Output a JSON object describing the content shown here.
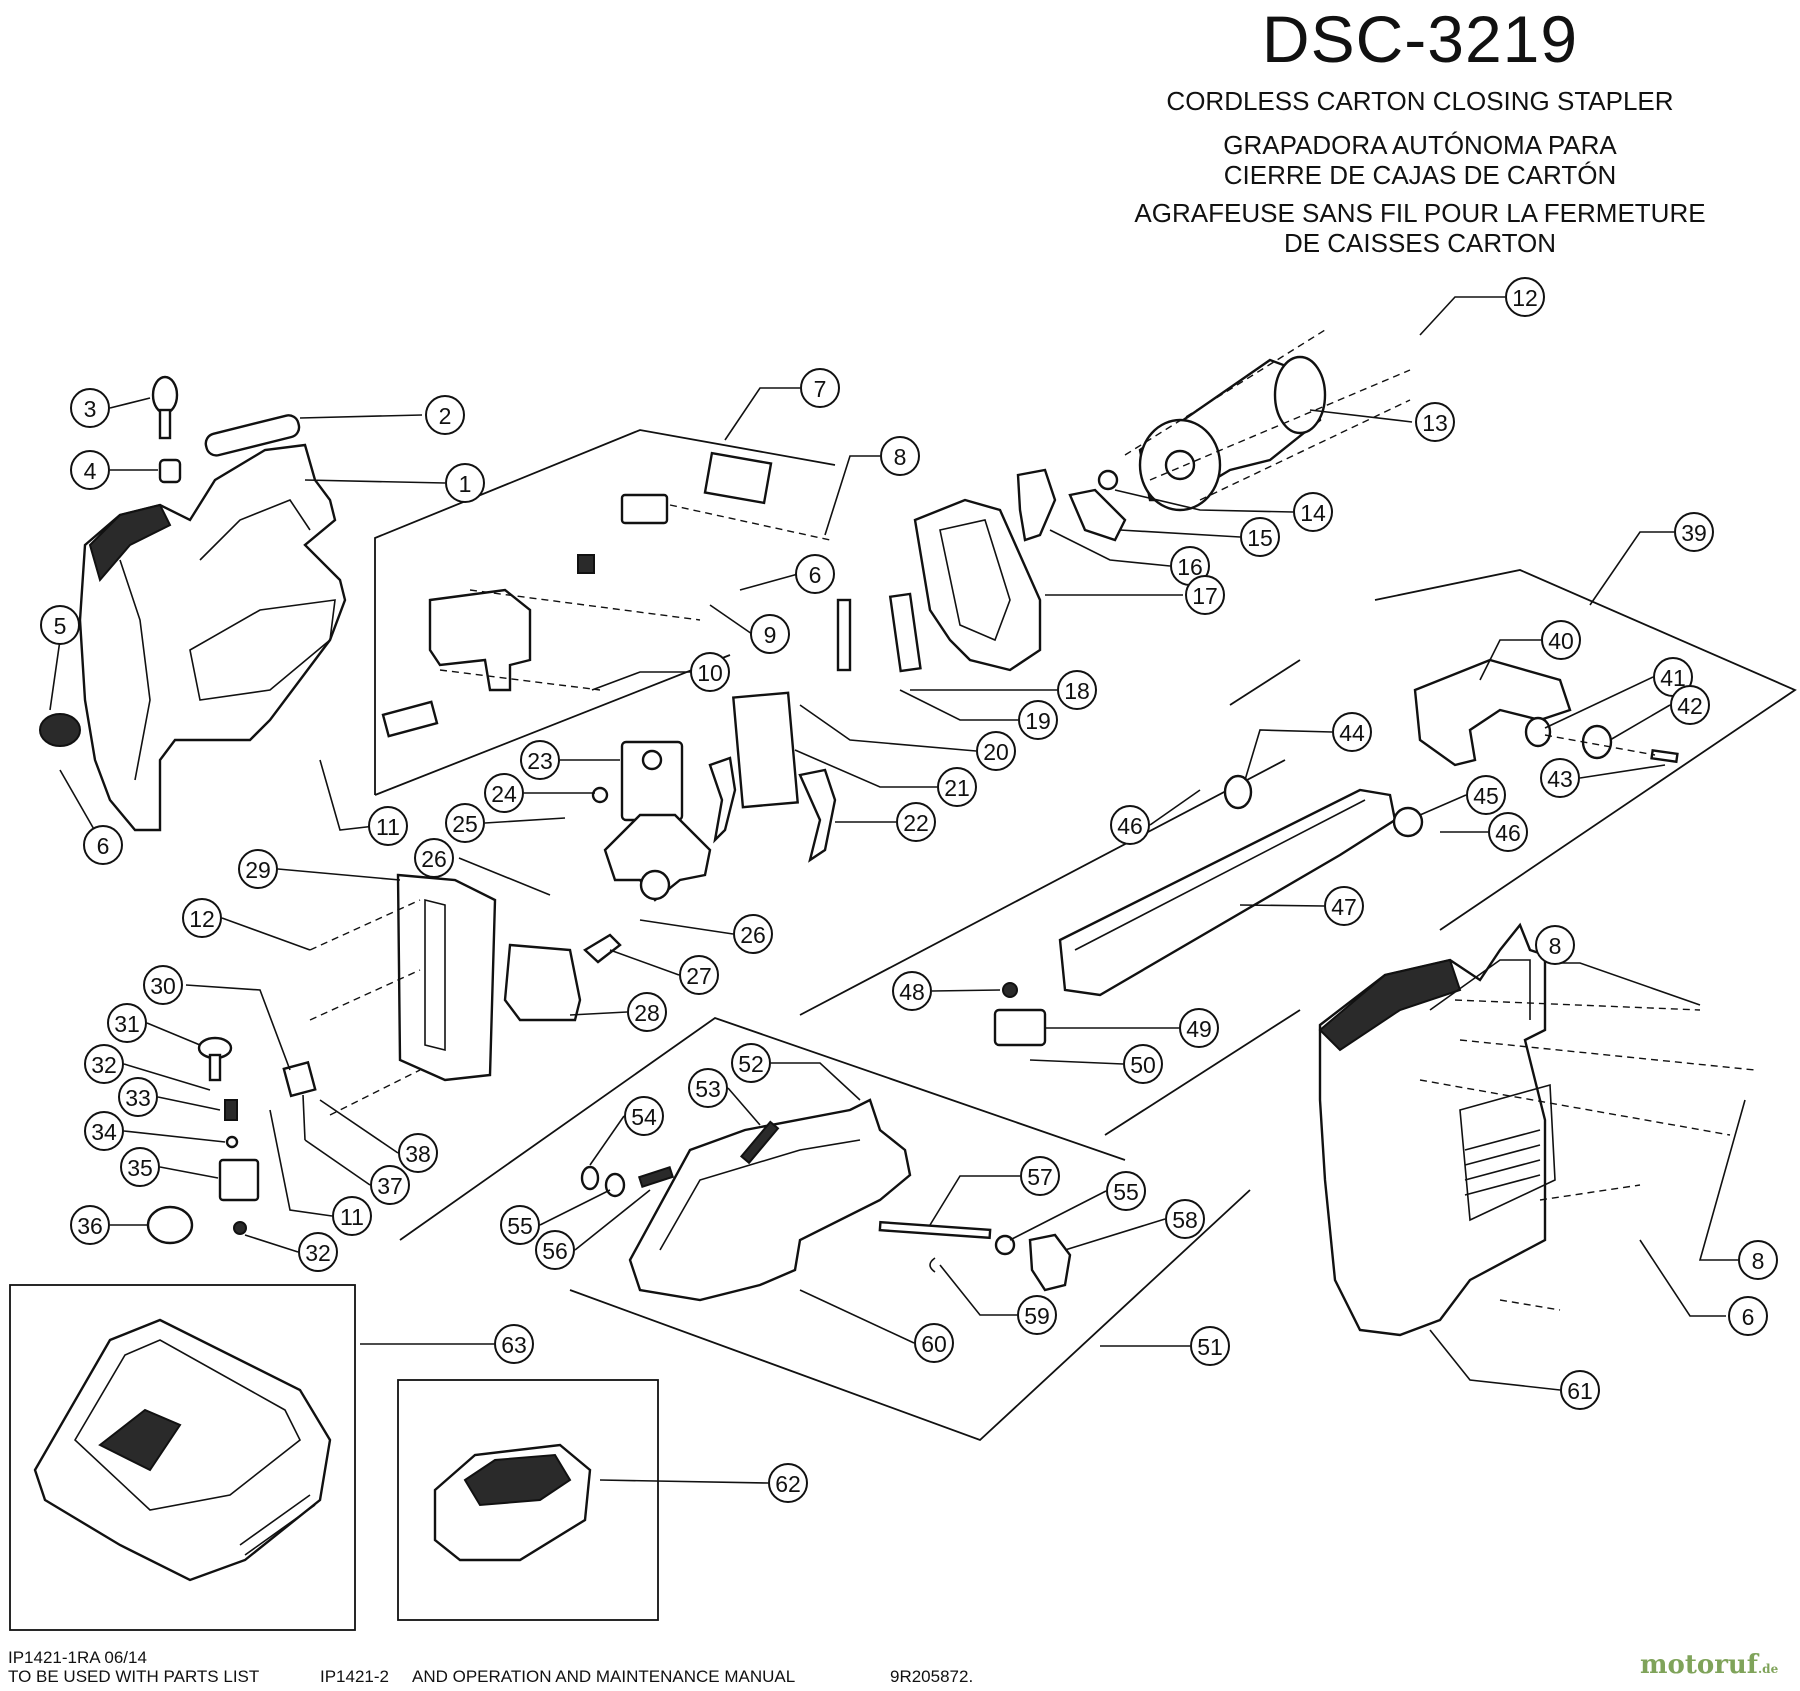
{
  "header": {
    "model": "DSC-3219",
    "subtitle_en": "CORDLESS CARTON CLOSING STAPLER",
    "subtitle_es_1": "GRAPADORA AUTÓNOMA PARA",
    "subtitle_es_2": "CIERRE DE CAJAS DE CARTÓN",
    "subtitle_fr_1": "AGRAFEUSE SANS FIL POUR LA FERMETURE",
    "subtitle_fr_2": "DE CAISSES CARTON"
  },
  "callouts": [
    {
      "id": "c1",
      "label": "1"
    },
    {
      "id": "c2",
      "label": "2"
    },
    {
      "id": "c3",
      "label": "3"
    },
    {
      "id": "c4",
      "label": "4"
    },
    {
      "id": "c5",
      "label": "5"
    },
    {
      "id": "c6a",
      "label": "6"
    },
    {
      "id": "c6b",
      "label": "6"
    },
    {
      "id": "c6c",
      "label": "6"
    },
    {
      "id": "c7",
      "label": "7"
    },
    {
      "id": "c8a",
      "label": "8"
    },
    {
      "id": "c8b",
      "label": "8"
    },
    {
      "id": "c8c",
      "label": "8"
    },
    {
      "id": "c9",
      "label": "9"
    },
    {
      "id": "c10",
      "label": "10"
    },
    {
      "id": "c11a",
      "label": "11"
    },
    {
      "id": "c11b",
      "label": "11"
    },
    {
      "id": "c12a",
      "label": "12"
    },
    {
      "id": "c12b",
      "label": "12"
    },
    {
      "id": "c13",
      "label": "13"
    },
    {
      "id": "c14",
      "label": "14"
    },
    {
      "id": "c15",
      "label": "15"
    },
    {
      "id": "c16",
      "label": "16"
    },
    {
      "id": "c17",
      "label": "17"
    },
    {
      "id": "c18",
      "label": "18"
    },
    {
      "id": "c19",
      "label": "19"
    },
    {
      "id": "c20",
      "label": "20"
    },
    {
      "id": "c21",
      "label": "21"
    },
    {
      "id": "c22",
      "label": "22"
    },
    {
      "id": "c23",
      "label": "23"
    },
    {
      "id": "c24",
      "label": "24"
    },
    {
      "id": "c25",
      "label": "25"
    },
    {
      "id": "c26a",
      "label": "26"
    },
    {
      "id": "c26b",
      "label": "26"
    },
    {
      "id": "c27",
      "label": "27"
    },
    {
      "id": "c28",
      "label": "28"
    },
    {
      "id": "c29",
      "label": "29"
    },
    {
      "id": "c30",
      "label": "30"
    },
    {
      "id": "c31",
      "label": "31"
    },
    {
      "id": "c32a",
      "label": "32"
    },
    {
      "id": "c32b",
      "label": "32"
    },
    {
      "id": "c33",
      "label": "33"
    },
    {
      "id": "c34",
      "label": "34"
    },
    {
      "id": "c35",
      "label": "35"
    },
    {
      "id": "c36",
      "label": "36"
    },
    {
      "id": "c37",
      "label": "37"
    },
    {
      "id": "c38",
      "label": "38"
    },
    {
      "id": "c39",
      "label": "39"
    },
    {
      "id": "c40",
      "label": "40"
    },
    {
      "id": "c41",
      "label": "41"
    },
    {
      "id": "c42",
      "label": "42"
    },
    {
      "id": "c43",
      "label": "43"
    },
    {
      "id": "c44",
      "label": "44"
    },
    {
      "id": "c45",
      "label": "45"
    },
    {
      "id": "c46a",
      "label": "46"
    },
    {
      "id": "c46b",
      "label": "46"
    },
    {
      "id": "c47",
      "label": "47"
    },
    {
      "id": "c48",
      "label": "48"
    },
    {
      "id": "c49",
      "label": "49"
    },
    {
      "id": "c50",
      "label": "50"
    },
    {
      "id": "c51",
      "label": "51"
    },
    {
      "id": "c52",
      "label": "52"
    },
    {
      "id": "c53",
      "label": "53"
    },
    {
      "id": "c54",
      "label": "54"
    },
    {
      "id": "c55a",
      "label": "55"
    },
    {
      "id": "c55b",
      "label": "55"
    },
    {
      "id": "c56",
      "label": "56"
    },
    {
      "id": "c57",
      "label": "57"
    },
    {
      "id": "c58",
      "label": "58"
    },
    {
      "id": "c59",
      "label": "59"
    },
    {
      "id": "c60",
      "label": "60"
    },
    {
      "id": "c61",
      "label": "61"
    },
    {
      "id": "c62",
      "label": "62"
    },
    {
      "id": "c63",
      "label": "63"
    }
  ],
  "footer": {
    "ref": "IP1421-1RA 06/14",
    "note": "TO BE USED WITH PARTS LIST",
    "doc": "IP1421-2",
    "manual": "AND OPERATION AND MAINTENANCE MANUAL",
    "code": "9R205872."
  },
  "watermark": {
    "brand": "motoruf",
    "tld": ".de",
    "color": "#7fa35a"
  }
}
